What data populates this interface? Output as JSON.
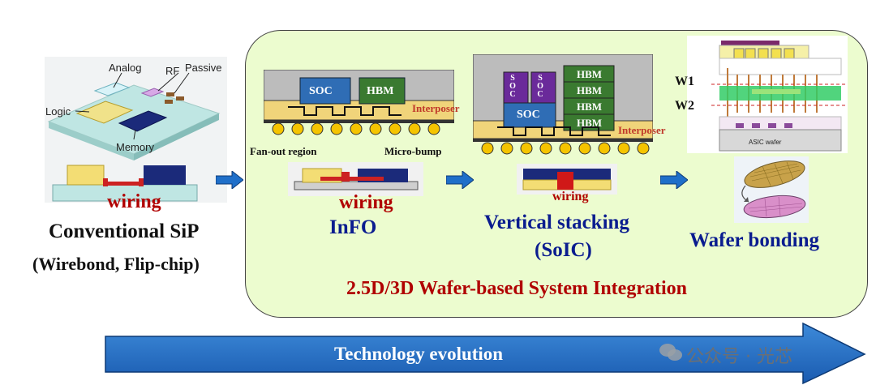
{
  "conventional": {
    "chip_labels": {
      "analog": "Analog",
      "rf": "RF",
      "passive": "Passive",
      "logic": "Logic",
      "memory": "Memory"
    },
    "wiring": "wiring",
    "title": "Conventional SiP",
    "subtitle": "(Wirebond, Flip-chip)"
  },
  "info": {
    "soc": "SOC",
    "hbm": "HBM",
    "interposer": "Interposer",
    "fanout": "Fan-out region",
    "microbump": "Micro-bump",
    "wiring": "wiring",
    "title": "InFO"
  },
  "soic": {
    "soc": "SOC",
    "soc_vertical_1": "S O C",
    "soc_vertical_2": "S O C",
    "hbm_stack": [
      "HBM",
      "HBM",
      "HBM",
      "HBM"
    ],
    "interposer": "Interposer",
    "wiring": "wiring",
    "title_line1": "Vertical stacking",
    "title_line2": "(SoIC)"
  },
  "wafer": {
    "w1": "W1",
    "w2": "W2",
    "asic_wafer": "ASIC wafer",
    "title": "Wafer bonding"
  },
  "panel_caption": "2.5D/3D Wafer-based System Integration",
  "evolution_label": "Technology evolution",
  "watermark": "公众号 · 光芯",
  "colors": {
    "panel_green": "#ecfccf",
    "arrow_blue": "#1f6fc9",
    "navy": "#0a1c8f",
    "red": "#b00000",
    "soc_blue": "#2f6db5",
    "hbm_green": "#3a7a30",
    "soc_purple": "#6a2a9a"
  }
}
